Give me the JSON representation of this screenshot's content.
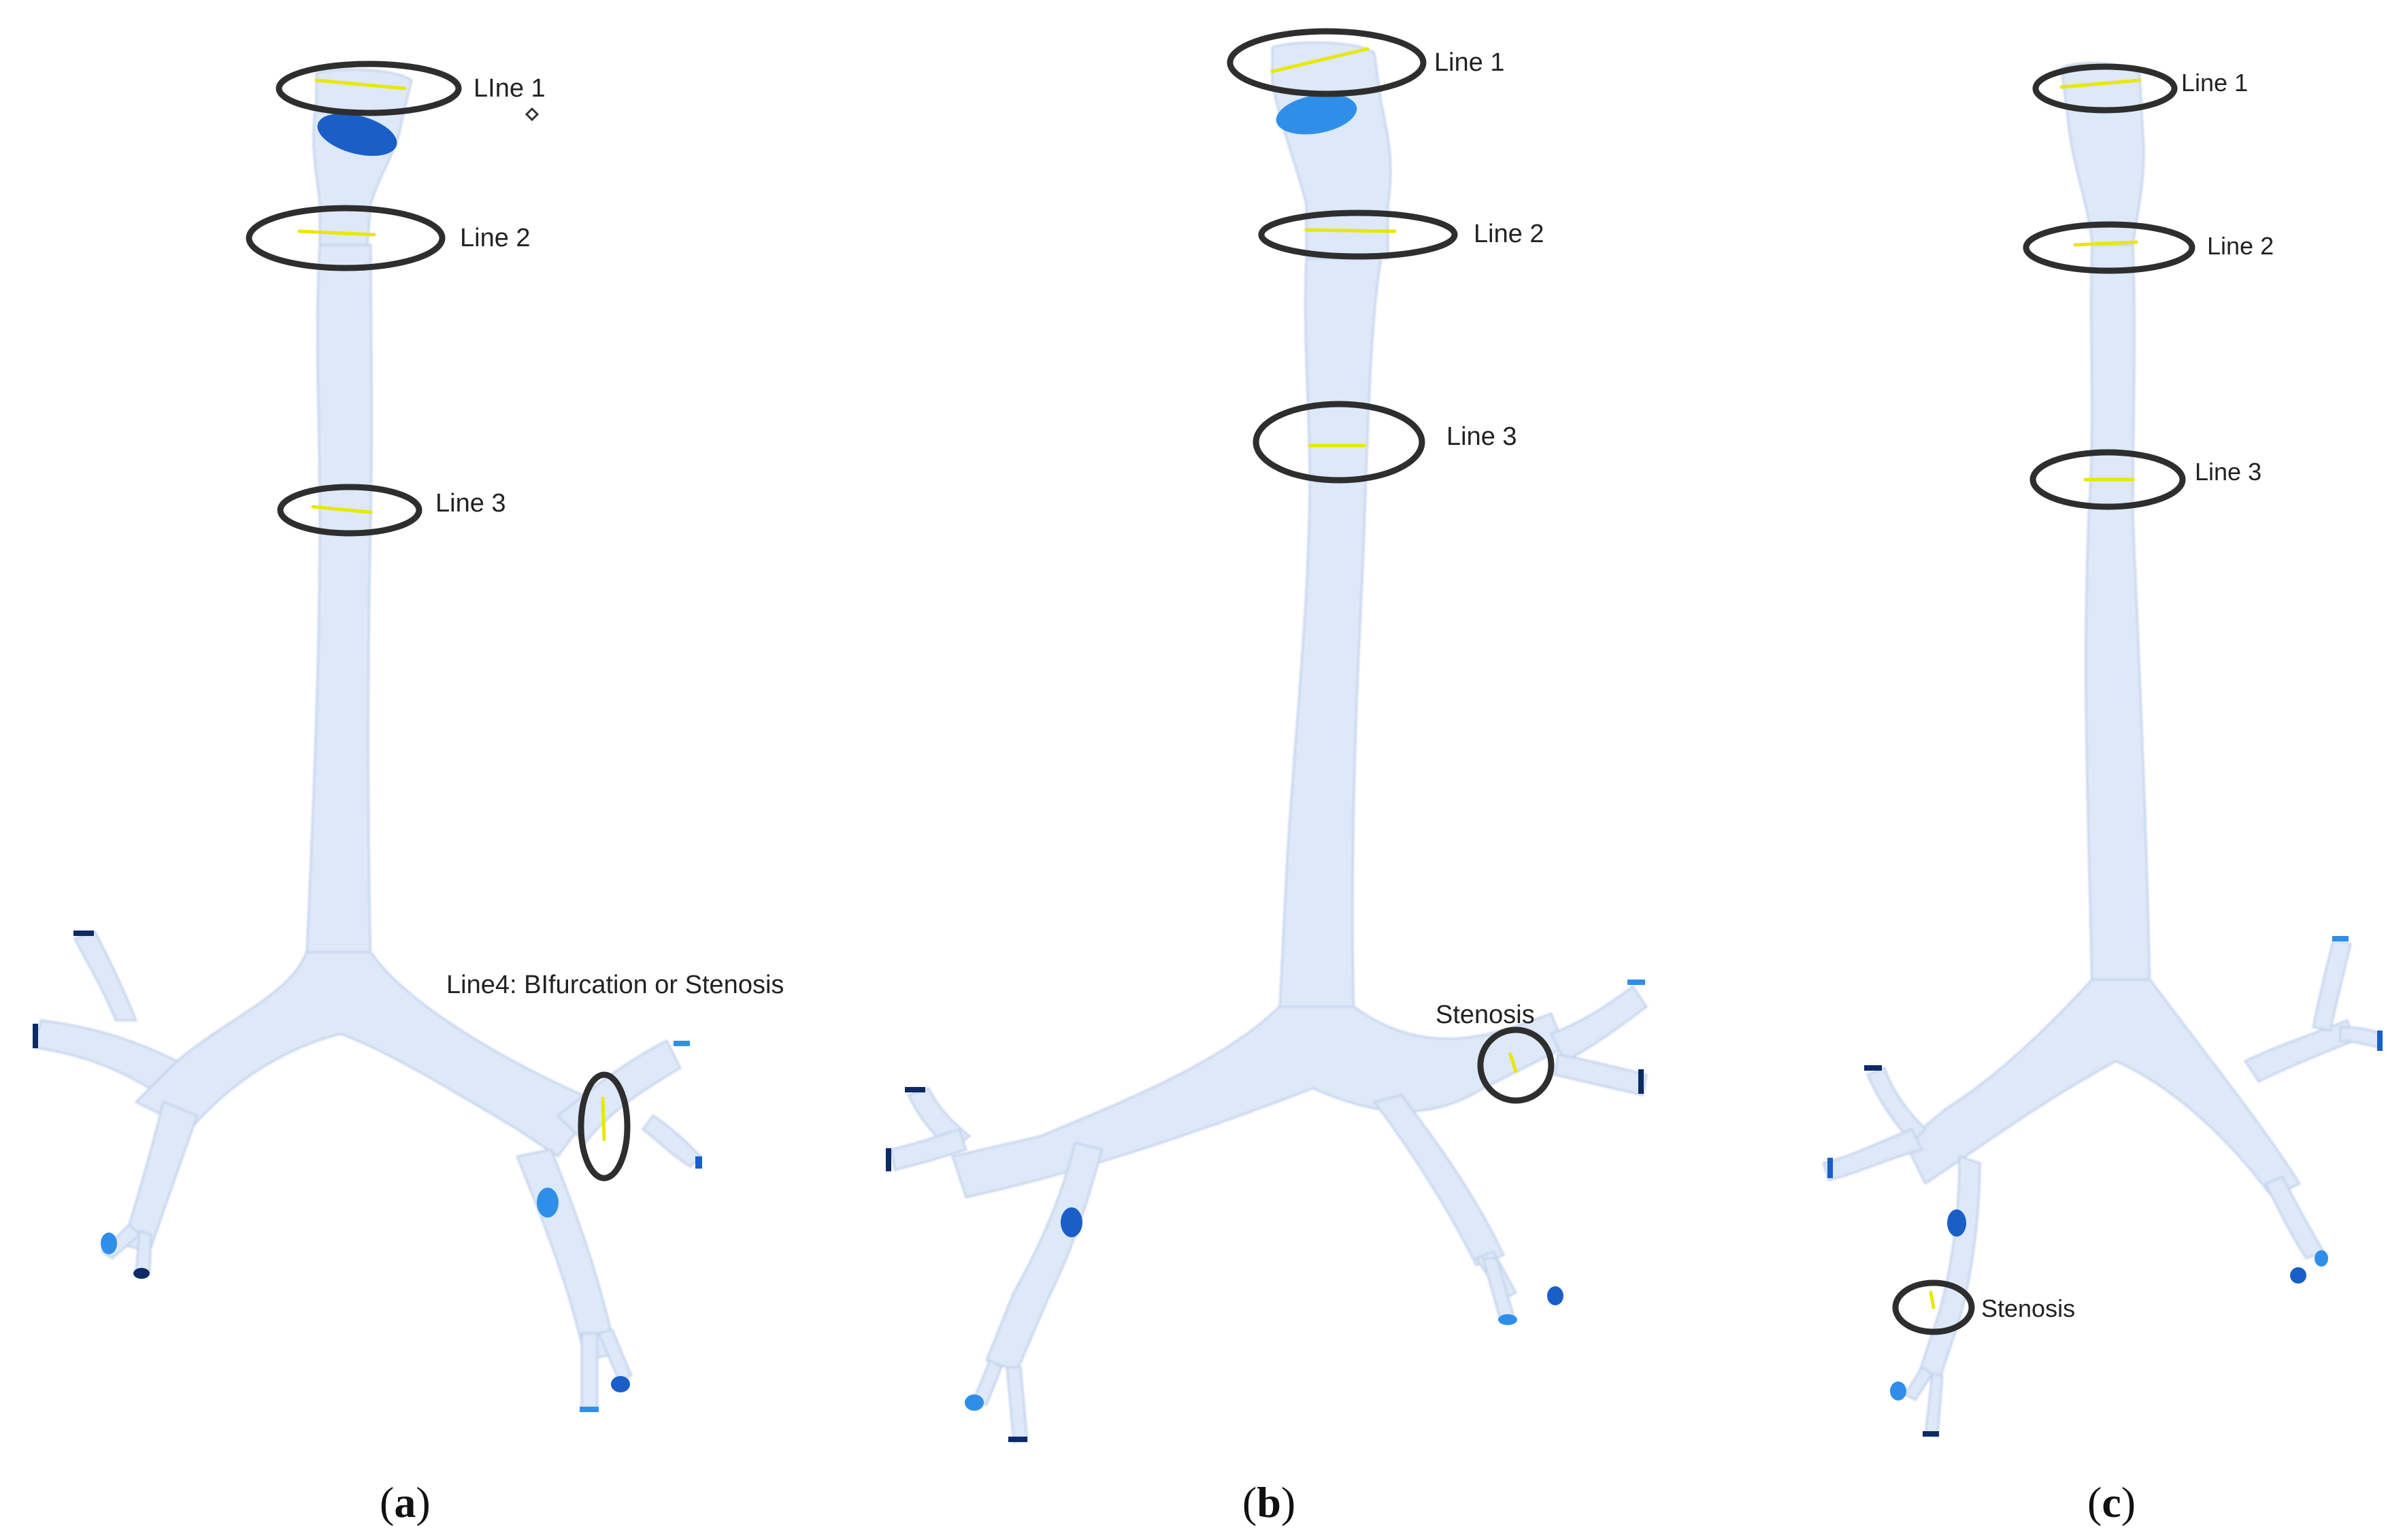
{
  "panels": [
    {
      "id": "a",
      "caption": {
        "open": "(",
        "letter": "a",
        "close": ")"
      },
      "labels": [
        "LIne 1",
        "Line 2",
        "Line 3",
        "Line4: BIfurcation or Stenosis"
      ]
    },
    {
      "id": "b",
      "caption": {
        "open": "(",
        "letter": "b",
        "close": ")"
      },
      "labels": [
        "Line 1",
        "Line 2",
        "Line 3",
        "Stenosis"
      ]
    },
    {
      "id": "c",
      "caption": {
        "open": "(",
        "letter": "c",
        "close": ")"
      },
      "labels": [
        "Line 1",
        "Line 2",
        "Line 3",
        "Stenosis"
      ]
    }
  ],
  "colors": {
    "airway": "#dde8f8",
    "airway_edge": "#c7d6ee",
    "outlet_dark": "#1a5fc8",
    "outlet_light": "#2f8fe8",
    "outlet_navy": "#0c2a66",
    "marker_line": "#e8e800",
    "ring": "#2e2e2e"
  }
}
